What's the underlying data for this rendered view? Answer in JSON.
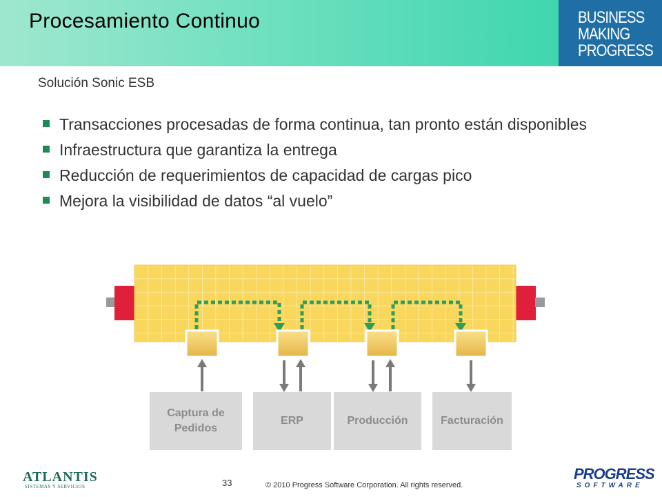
{
  "slide": {
    "title": "Procesamiento Continuo",
    "subtitle": "Solución Sonic ESB",
    "brand_lines": [
      "BUSINESS",
      "MAKING",
      "PROGRESS"
    ],
    "bullets": [
      "Transacciones procesadas de forma continua, tan pronto están disponibles",
      "Infraestructura que garantiza la entrega",
      "Reducción de requerimientos de capacidad de cargas pico",
      "Mejora la visibilidad de datos “al vuelo”"
    ]
  },
  "diagram": {
    "systems": [
      "Captura de Pedidos",
      "ERP",
      "Producción",
      "Facturación"
    ]
  },
  "footer": {
    "page_number": "33",
    "copyright": "© 2010 Progress Software Corporation. All rights reserved.",
    "left_logo_name": "ATLANTIS",
    "left_logo_sub": "SISTEMAS Y SERVICIOS",
    "right_logo_name": "PROGRESS",
    "right_logo_sub": "SOFTWARE"
  },
  "colors": {
    "header_teal": "#2fd3a8",
    "brand_blue": "#1f6ea6",
    "bus_yellow": "#f9d65c",
    "bus_end_red": "#e0203a",
    "flow_green": "#2e9e5b",
    "bullet_green": "#1e8a55"
  }
}
